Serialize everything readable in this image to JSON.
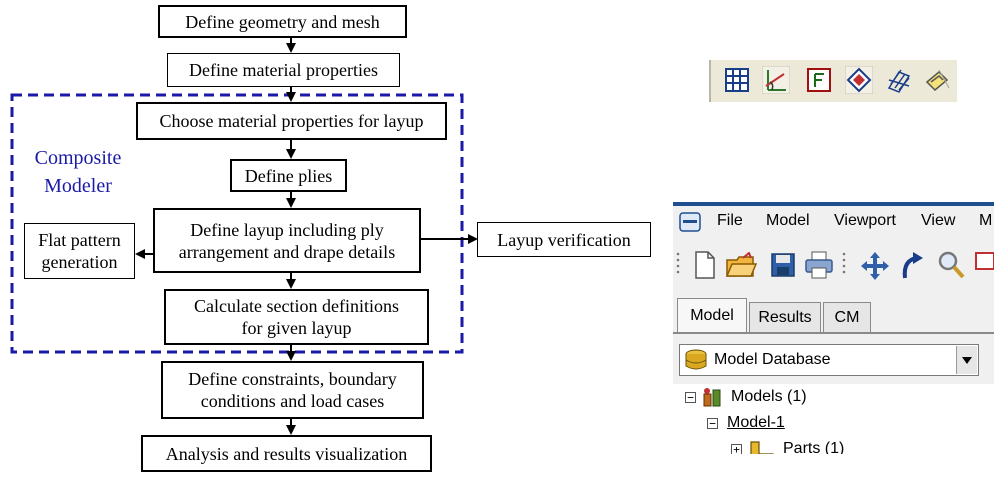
{
  "flowchart": {
    "define_geometry": "Define geometry and mesh",
    "define_material": "Define material properties",
    "composite_modeler_label": [
      "Composite",
      "Modeler"
    ],
    "choose_material": "Choose material properties for layup",
    "define_plies": "Define plies",
    "define_layup": [
      "Define layup including ply",
      "arrangement and drape details"
    ],
    "flat_pattern": [
      "Flat pattern",
      "generation"
    ],
    "layup_verification": "Layup verification",
    "calc_section": [
      "Calculate section definitions",
      "for given layup"
    ],
    "define_constraints": [
      "Define constraints, boundary",
      "conditions and load cases"
    ],
    "analysis": "Analysis and results visualization"
  },
  "colors": {
    "composite_border": "#1a1aa8",
    "window_title": "#1f4f8f",
    "toolbar_bg": "#ece9d8"
  },
  "composite_toolbar": {
    "icons": [
      "layup-manager-icon",
      "ply-orientation-icon",
      "flat-pattern-icon",
      "drape-icon",
      "ply-stack-icon",
      "section-icon"
    ]
  },
  "cae_window": {
    "menu": [
      "File",
      "Model",
      "Viewport",
      "View",
      "M"
    ],
    "toolbar_icons": [
      "new-file-icon",
      "open-folder-icon",
      "save-icon",
      "print-icon",
      "pan-icon",
      "rotate-icon",
      "zoom-icon",
      "box-zoom-icon"
    ],
    "tabs": [
      "Model",
      "Results",
      "CM"
    ],
    "active_tab": "Model",
    "combo_value": "Model Database",
    "tree": {
      "models": "Models (1)",
      "model1": "Model-1",
      "parts": "Parts (1)"
    }
  }
}
